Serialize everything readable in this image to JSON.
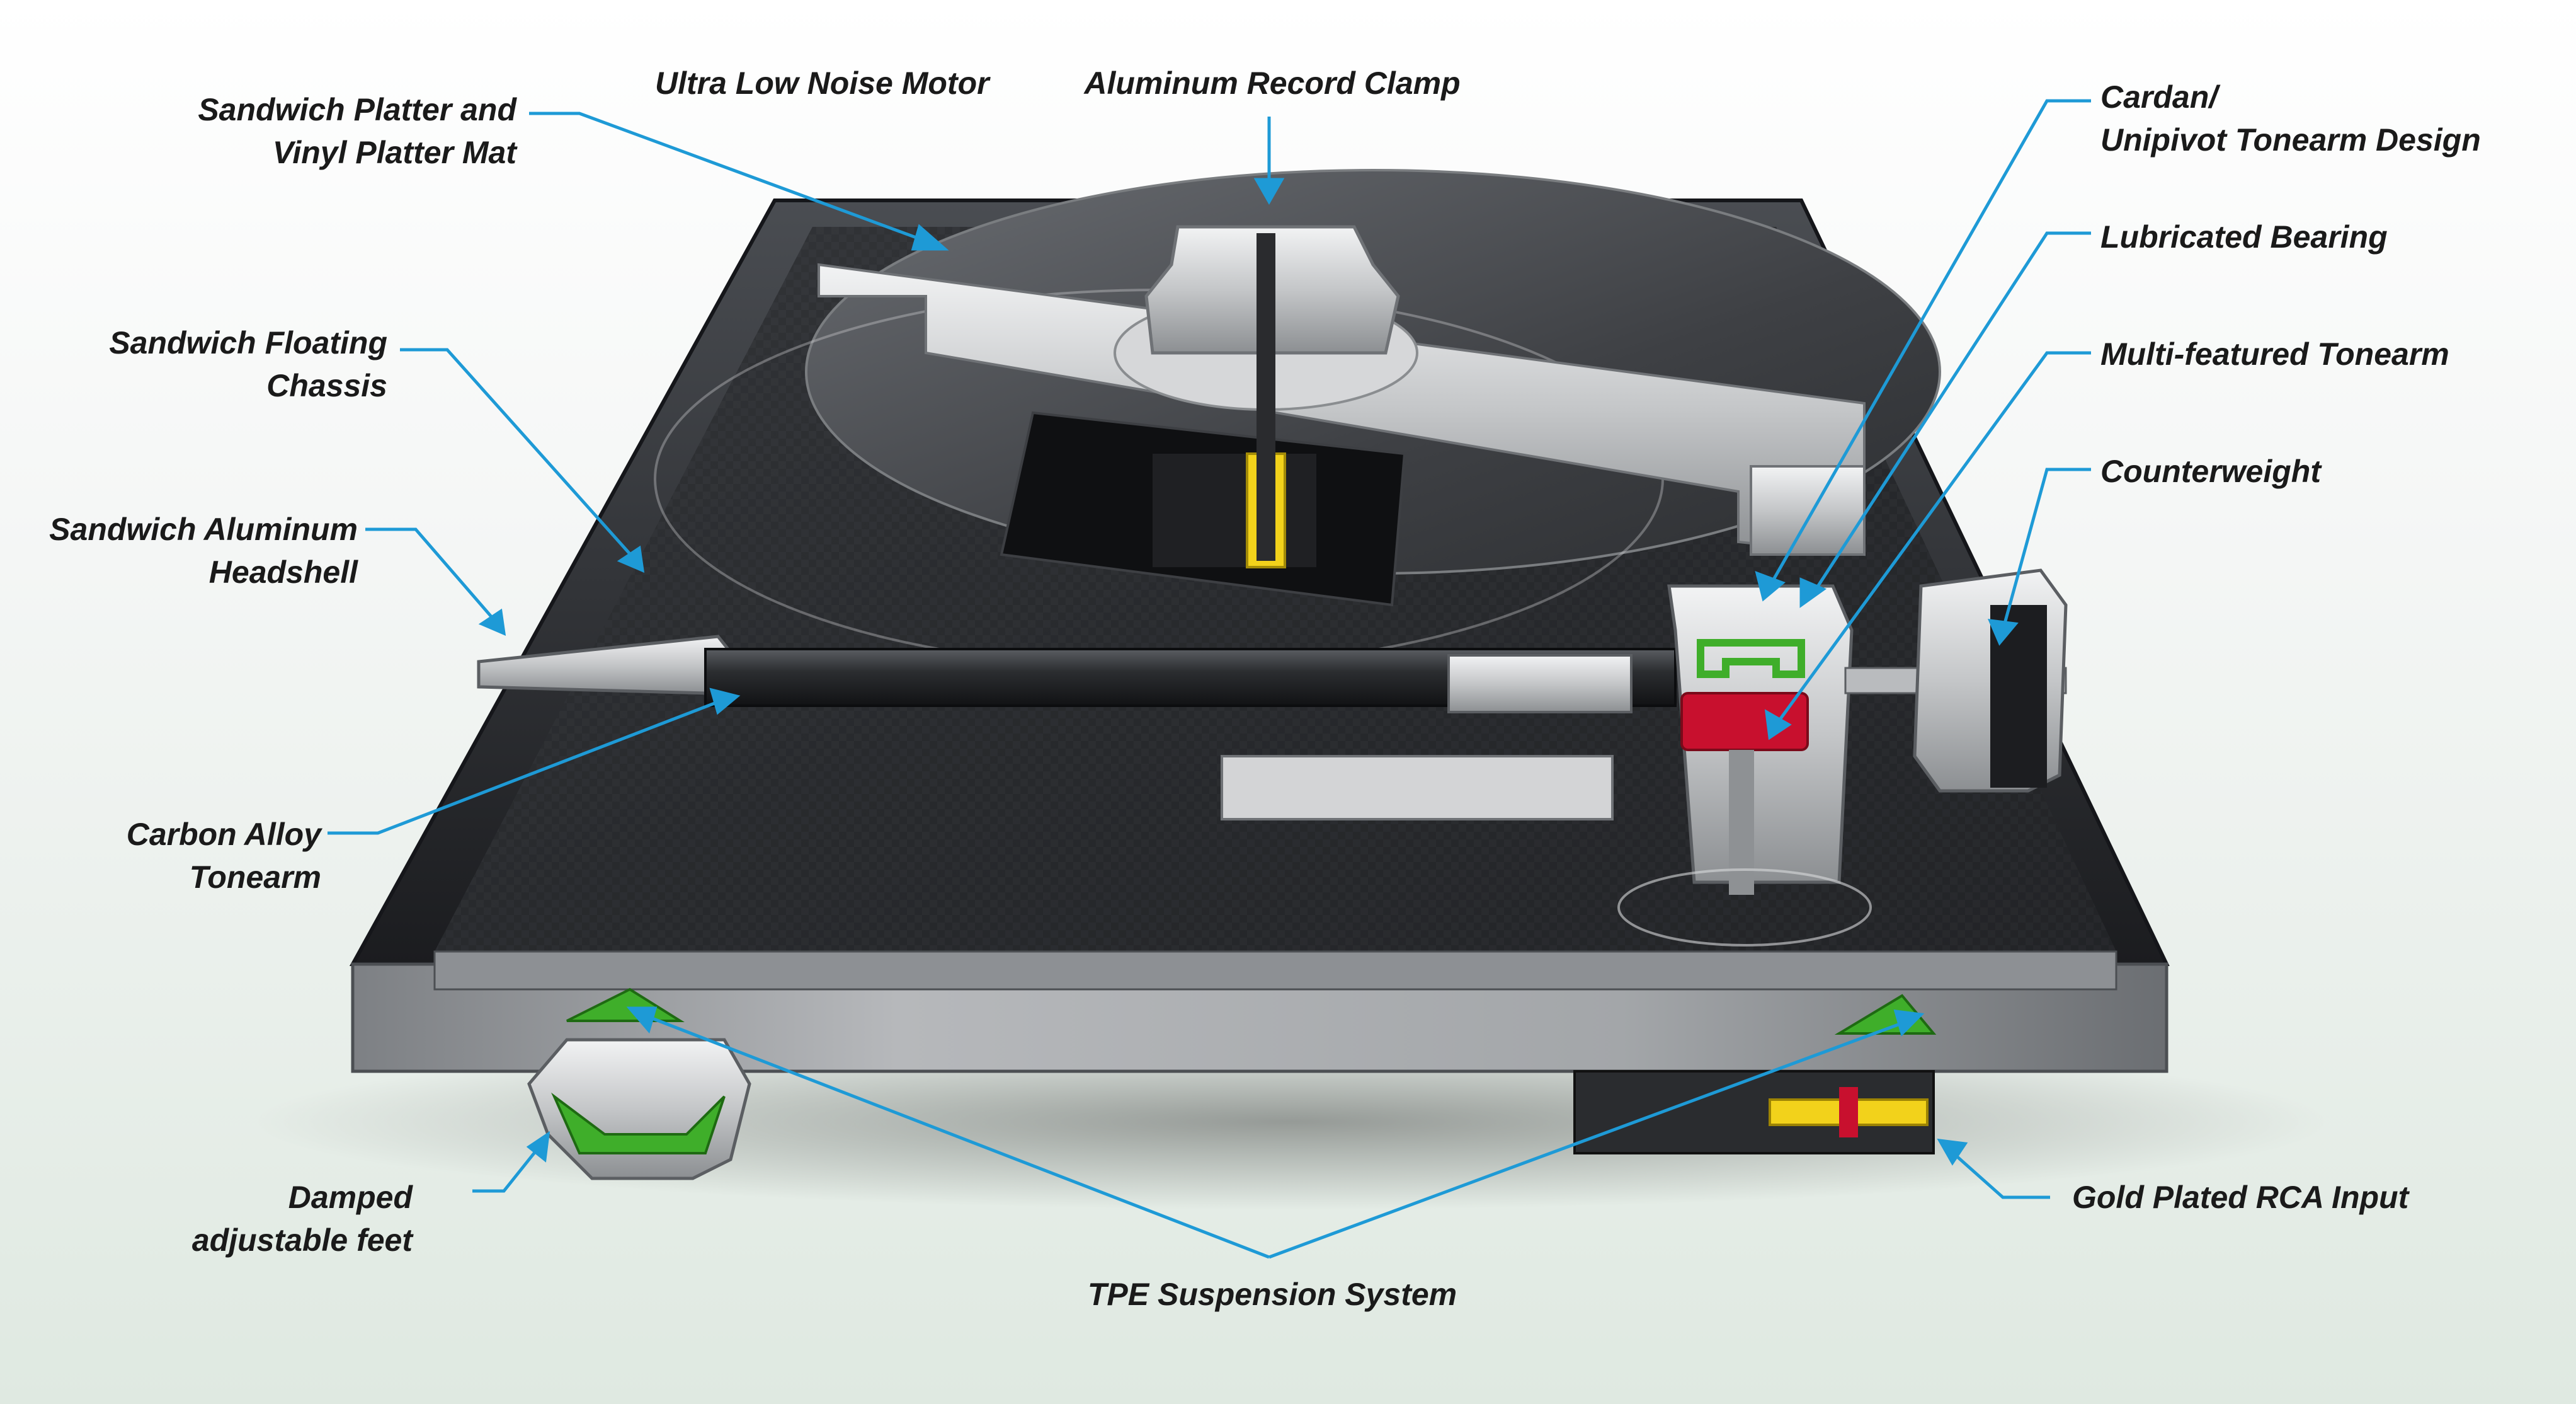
{
  "labels": {
    "platter": [
      "Sandwich Platter and",
      "Vinyl Platter Mat"
    ],
    "motor": "Ultra Low Noise Motor",
    "clamp": "Aluminum Record Clamp",
    "cardan": [
      "Cardan/",
      "Unipivot Tonearm Design"
    ],
    "bearing": "Lubricated Bearing",
    "tonearm_multi": "Multi-featured Tonearm",
    "counterweight": "Counterweight",
    "chassis": [
      "Sandwich Floating",
      "Chassis"
    ],
    "headshell": [
      "Sandwich Aluminum",
      "Headshell"
    ],
    "carbon": [
      "Carbon Alloy",
      "Tonearm"
    ],
    "feet": [
      "Damped",
      "adjustable feet"
    ],
    "tpe": "TPE Suspension System",
    "rca": "Gold Plated RCA Input"
  },
  "colors": {
    "leader_line": "#1e9ad6",
    "chassis_dark": "#2a2c30",
    "aluminum": "#c9cbcd",
    "suspension_green": "#3fae2a",
    "bearing_red": "#c8102e",
    "gold": "#f2d21b"
  }
}
